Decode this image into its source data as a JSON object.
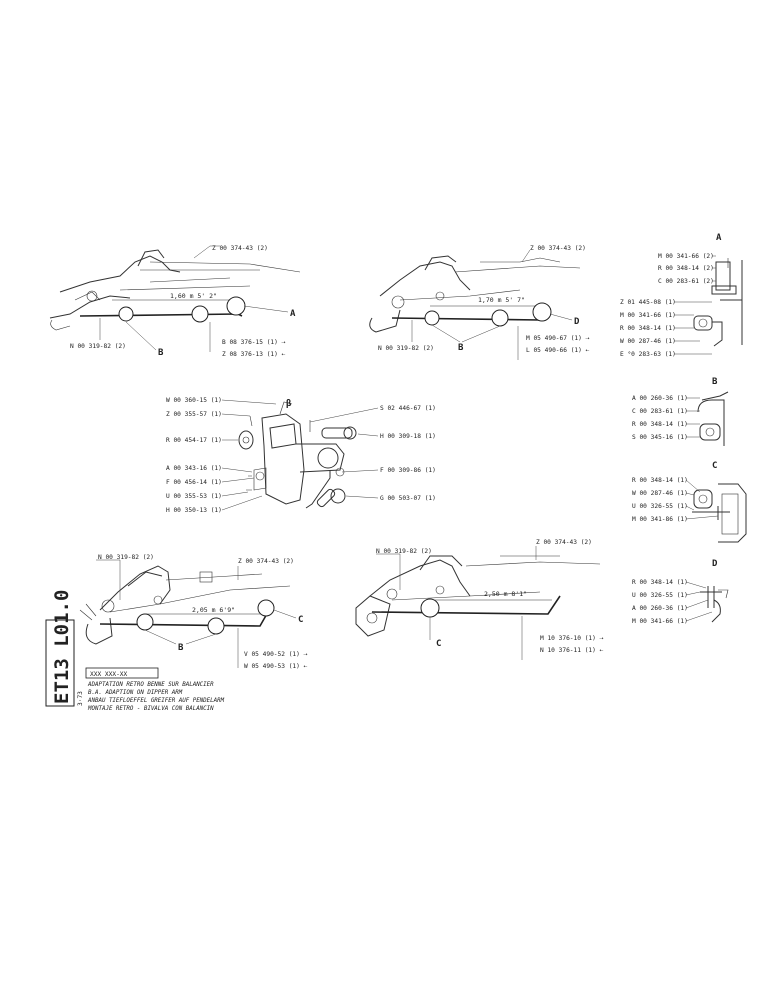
{
  "title_block": {
    "sheet_code": "ET13 L01.0",
    "page_ref": "3·73",
    "number_pattern": "XXX XXX-XX",
    "titles": [
      "ADAPTATION RETRO BENNE SUR BALANCIER",
      "B.A. ADAPTION ON DIPPER ARM",
      "ANBAU TIEFLOEFFEL GREIFER AUF PENDELARM",
      "MONTAJE RETRO - BIVALVA CON BALANCIN"
    ]
  },
  "view1": {
    "z": "Z 00 374-43 (2)",
    "dim": "1,60 m  5' 2\"",
    "n": "N 00 319-82 (2)",
    "b1": "B 08 376-15 (1) ⇢",
    "b2": "Z 08 376-13 (1) ⇠",
    "tag_a": "A",
    "tag_b": "B"
  },
  "view2": {
    "z": "Z 00 374-43 (2)",
    "dim": "1,70 m  5' 7\"",
    "n": "N 00 319-82 (2)",
    "m": "M 05 490-67 (1) ⇢",
    "l": "L 05 490-66 (1) ⇠",
    "tag_d": "D",
    "tag_b": "B"
  },
  "detail_a": {
    "letter": "A",
    "parts": [
      "M 00 341-66 (2)",
      "R 00 348-14 (2)",
      "C 00 283-61 (2)",
      "Z 01 445-08 (1)",
      "M 00 341-66 (1)",
      "R 00 348-14 (1)",
      "W 00 287-46 (1)",
      "E °0 283-63 (1)"
    ]
  },
  "detail_b": {
    "letter": "B",
    "parts": [
      "A 00 260-36 (1)",
      "C 00 283-61 (1)",
      "R 00 348-14 (1)",
      "S 00 345-16 (1)"
    ]
  },
  "detail_c": {
    "letter": "C",
    "parts": [
      "R 00 348-14 (1)",
      "W 00 287-46 (1)",
      "U 00 326-55 (1)",
      "M 00 341-86 (1)"
    ]
  },
  "detail_d": {
    "letter": "D",
    "parts": [
      "R 00 348-14 (1)",
      "U 00 326-55 (1)",
      "A 00 260-36 (1)",
      "M 00 341-66 (1)"
    ]
  },
  "bracket": {
    "beta": "β",
    "left": [
      "W 00 360-15 (1)",
      "Z 00 355-57 (1)",
      "R 00 454-17 (1)",
      "A 00 343-16 (1)",
      "F 00 456-14 (1)",
      "U 00 355-53 (1)",
      "H 00 350-13 (1)"
    ],
    "right": [
      "S 02 446-67 (1)",
      "H 00 309-18 (1)",
      "F 00 309-86 (1)",
      "G 00 503-07 (1)"
    ]
  },
  "view3": {
    "n": "N 00 319-82 (2)",
    "z": "Z 00 374-43 (2)",
    "dim": "2,05 m  6'9\"",
    "v": "V 05 490-52 (1) ⇢",
    "w": "W 05 490-53 (1) ⇠",
    "tag_b": "B",
    "tag_c": "C"
  },
  "view4": {
    "n": "N 00 319-82 (2)",
    "z": "Z 00 374-43 (2)",
    "dim": "2,50 m  8'1\"",
    "m": "M 10 376-10 (1) ⇢",
    "n2": "N 10 376-11 (1) ⇠",
    "tag_c": "C"
  },
  "colors": {
    "ink": "#222222",
    "paper": "#ffffff"
  }
}
